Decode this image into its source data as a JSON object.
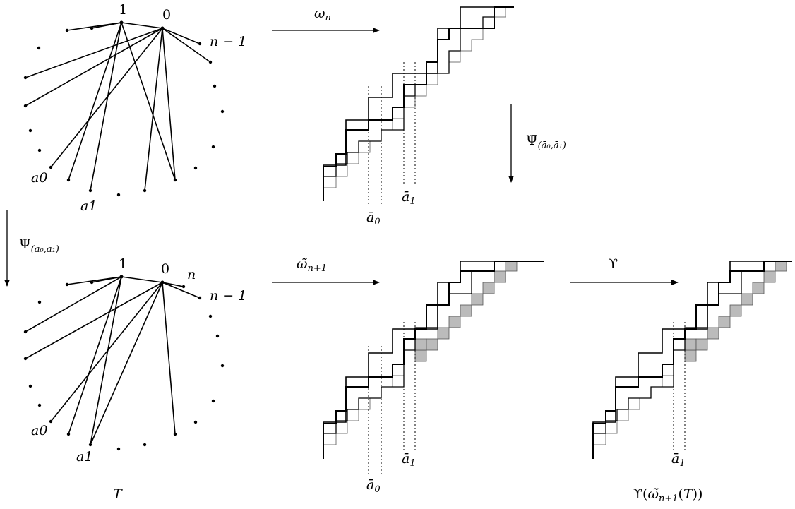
{
  "labels": {
    "omega_n": "ωn",
    "psi_bar": "Ψ̄(ā0,ā1)",
    "psi": "Ψ(a0,a1)",
    "omega_tilde": "ω̃n+1",
    "upsilon": "ϒ",
    "T": "T",
    "upsilon_result": "ϒ(ω̃n+1(T))",
    "one": "1",
    "zero": "0",
    "n": "n",
    "n_minus_1": "n − 1",
    "a0": "a0",
    "a1": "a1",
    "abar0": "ā0",
    "abar1": "ā1"
  }
}
